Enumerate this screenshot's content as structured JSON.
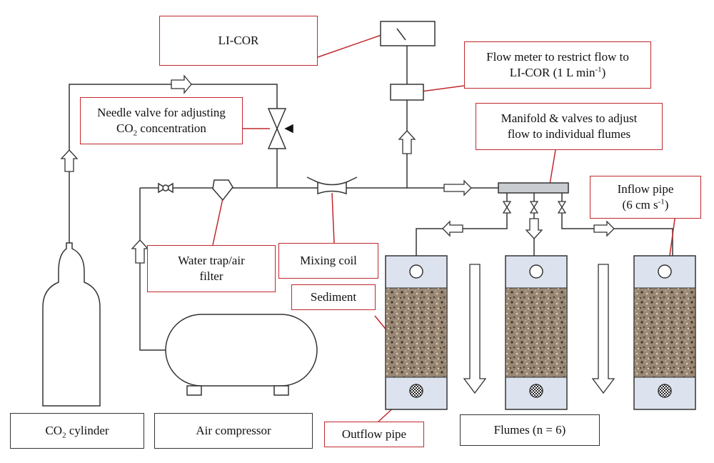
{
  "labels": {
    "licor": "LI-COR",
    "flow_meter_1": "Flow meter to restrict flow to",
    "flow_meter_2_pre": "LI-COR (1 L min",
    "flow_meter_2_sup": "-1",
    "flow_meter_2_post": ")",
    "needle_1": "Needle valve for adjusting",
    "needle_2_pre": "CO",
    "needle_2_sub": "2",
    "needle_2_post": " concentration",
    "manifold_1": "Manifold & valves to adjust",
    "manifold_2": "flow to individual flumes",
    "inflow_1": "Inflow pipe",
    "inflow_2_pre": "(6 cm s",
    "inflow_2_sup": "-1",
    "inflow_2_post": ")",
    "water_trap_1": "Water trap/air",
    "water_trap_2": "filter",
    "mixing_coil": "Mixing coil",
    "sediment": "Sediment",
    "co2_cyl_pre": "CO",
    "co2_cyl_sub": "2",
    "co2_cyl_post": " cylinder",
    "air_compressor": "Air compressor",
    "outflow_pipe": "Outflow pipe",
    "flumes": "Flumes (n = 6)"
  },
  "colors": {
    "callout_border": "#c0282d",
    "plain_border": "#333333",
    "flume_fill": "#dde3ee",
    "sediment_fill": "#8f7e6c",
    "pipe": "#333333"
  },
  "icons": [
    "valve-icon",
    "flow-arrow-icon",
    "gauge-icon",
    "hatched-circle-icon"
  ]
}
